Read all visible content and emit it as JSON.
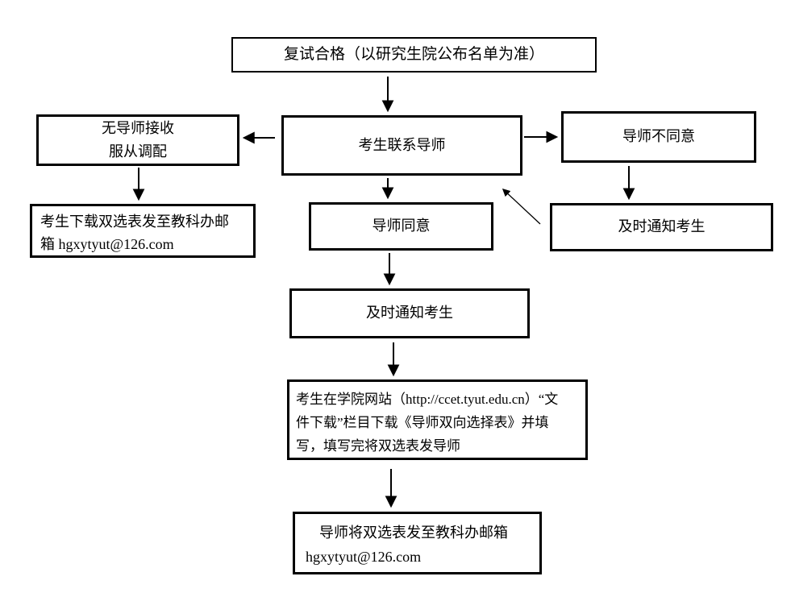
{
  "page": {
    "background_color": "#ffffff",
    "ink_color": "#000000",
    "type": "flowchart"
  },
  "flowchart": {
    "nodes": {
      "qualified": {
        "text": "复试合格（以研究生院公布名单为准）"
      },
      "contact": {
        "text": "考生联系导师"
      },
      "no_mentor": {
        "lines": [
          "无导师接收",
          "服从调配"
        ]
      },
      "disagree": {
        "text": "导师不同意"
      },
      "download": {
        "lines": [
          "考生下载双选表发至教科办邮",
          "箱 hgxytyut@126.com"
        ]
      },
      "agree": {
        "text": "导师同意"
      },
      "notify_right": {
        "text": "及时通知考生"
      },
      "notify_mid": {
        "text": "及时通知考生"
      },
      "website": {
        "lines": [
          "考生在学院网站（http://ccet.tyut.edu.cn）“文",
          "件下载”栏目下载《导师双向选择表》并填",
          "写，填写完将双选表发导师"
        ]
      },
      "final": {
        "lines": [
          "导师将双选表发至教科办邮箱",
          "hgxytyut@126.com"
        ]
      }
    },
    "edges": [
      {
        "from": "qualified",
        "to": "contact"
      },
      {
        "from": "contact",
        "to": "no_mentor"
      },
      {
        "from": "contact",
        "to": "disagree"
      },
      {
        "from": "contact",
        "to": "agree"
      },
      {
        "from": "no_mentor",
        "to": "download"
      },
      {
        "from": "disagree",
        "to": "notify_right"
      },
      {
        "from": "notify_right",
        "to": "contact"
      },
      {
        "from": "agree",
        "to": "notify_mid"
      },
      {
        "from": "notify_mid",
        "to": "website"
      },
      {
        "from": "website",
        "to": "final"
      }
    ]
  }
}
